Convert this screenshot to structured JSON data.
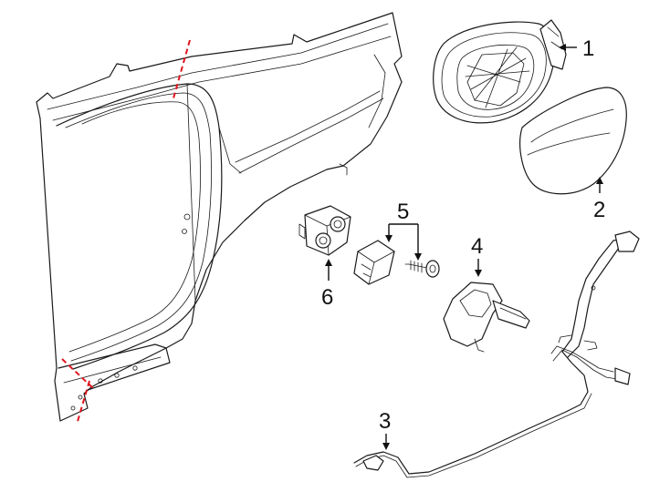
{
  "callouts": {
    "c1": "1",
    "c2": "2",
    "c3": "3",
    "c4": "4",
    "c5": "5",
    "c6": "6"
  },
  "colors": {
    "line": "#1a1a1a",
    "cut_line": "#e0141e",
    "background": "#ffffff"
  }
}
